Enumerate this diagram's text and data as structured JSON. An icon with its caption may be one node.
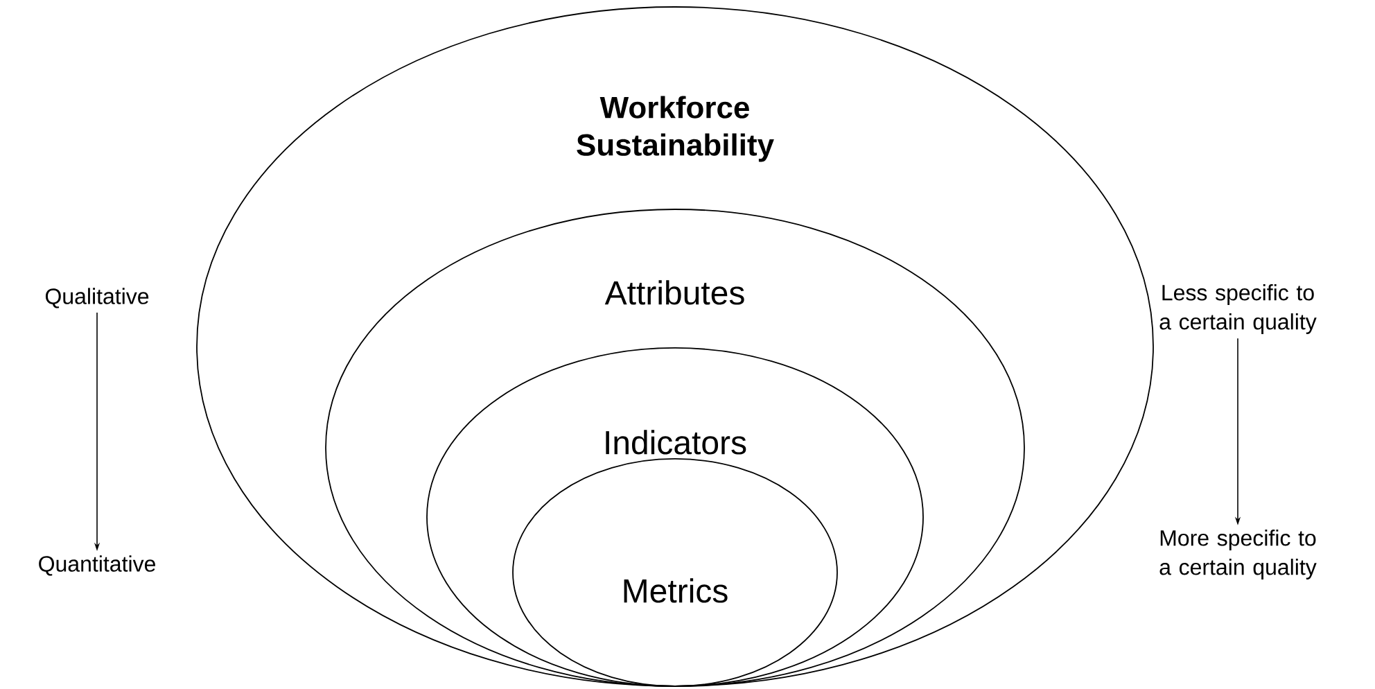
{
  "diagram": {
    "nodes": [
      {
        "text": [
          "**Workforce Sustainability**"
        ]
      },
      {
        "text": [
          "Attributes"
        ],
        "in": 0
      },
      {
        "text": [
          "Indicators"
        ],
        "in": 1
      },
      {
        "text": [
          "Metrics"
        ],
        "in": 2
      },
      {
        "text": [
          "Qualitative"
        ]
      },
      {
        "text": [
          "Quantitative"
        ]
      },
      {
        "text": [
          "Less specific to a certain quality"
        ]
      },
      {
        "text": [
          "More specific to a certain quality"
        ]
      }
    ],
    "edges": [
      {
        "from": 4,
        "to": 5,
        "arrow": "to"
      },
      {
        "from": 6,
        "to": 7,
        "arrow": "to"
      }
    ]
  }
}
